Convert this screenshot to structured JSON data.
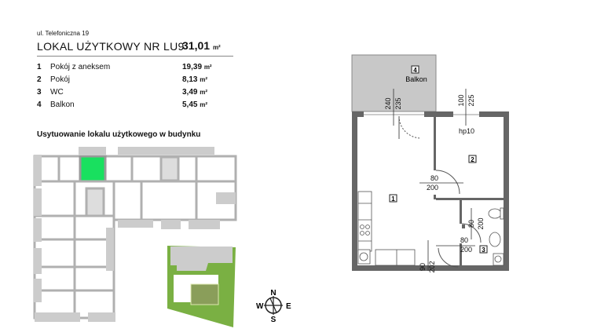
{
  "address": "ul. Telefoniczna 19",
  "title": "LOKAL UŻYTKOWY NR LU9",
  "total_area": "31,01",
  "unit": "m²",
  "rooms": [
    {
      "no": "1",
      "name": "Pokój z aneksem",
      "area": "19,39"
    },
    {
      "no": "2",
      "name": "Pokój",
      "area": "8,13"
    },
    {
      "no": "3",
      "name": "WC",
      "area": "3,49"
    },
    {
      "no": "4",
      "name": "Balkon",
      "area": "5,45"
    }
  ],
  "location_heading": "Usytuowanie lokalu użytkowego w budynku",
  "plan": {
    "balcony_label": "Balkon",
    "dims": {
      "d240": "240",
      "d235": "235",
      "d100": "100",
      "d225": "225",
      "hp": "hp10",
      "door1_w": "80",
      "door1_h": "200",
      "wc_w": "80",
      "wc_h": "200",
      "door2_w": "80",
      "door2_h": "200",
      "entry_w": "90",
      "entry_h": "202"
    }
  },
  "compass": {
    "n": "N",
    "s": "S",
    "e": "E",
    "w": "W"
  },
  "colors": {
    "highlight": "#19e05f",
    "wall": "#6a6a6a",
    "balcony": "#c8c8c8",
    "site_green": "#7ab043"
  }
}
